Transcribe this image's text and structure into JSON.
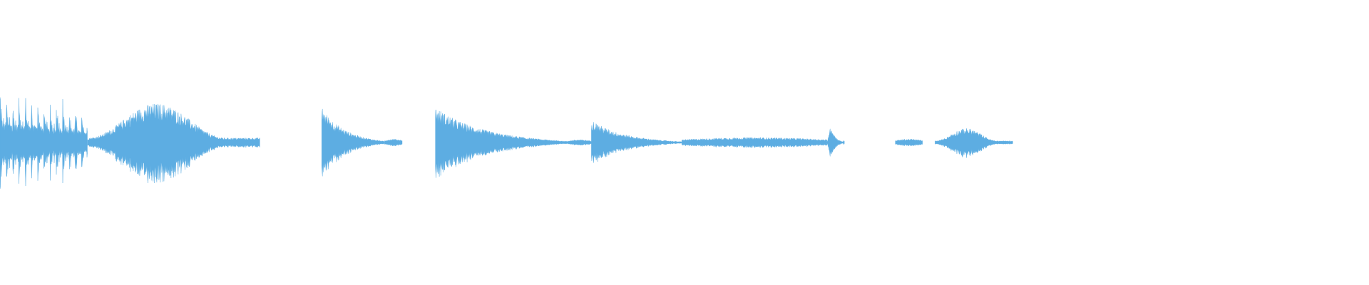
{
  "waveform": {
    "color": "#5dade2",
    "background": "#ffffff",
    "segments": [
      {
        "start": 0.0,
        "end": 0.064,
        "shape": "transients",
        "peak": 0.75
      },
      {
        "start": 0.064,
        "end": 0.19,
        "shape": "swell",
        "peak": 0.55
      },
      {
        "start": 0.235,
        "end": 0.281,
        "shape": "decay",
        "peak": 0.5
      },
      {
        "start": 0.281,
        "end": 0.294,
        "shape": "tail",
        "peak": 0.05
      },
      {
        "start": 0.318,
        "end": 0.415,
        "shape": "decay",
        "peak": 0.5
      },
      {
        "start": 0.415,
        "end": 0.432,
        "shape": "tail",
        "peak": 0.04
      },
      {
        "start": 0.432,
        "end": 0.498,
        "shape": "decay",
        "peak": 0.32
      },
      {
        "start": 0.498,
        "end": 0.604,
        "shape": "plateau",
        "peak": 0.12
      },
      {
        "start": 0.604,
        "end": 0.616,
        "shape": "burst",
        "peak": 0.25
      },
      {
        "start": 0.616,
        "end": 0.617,
        "shape": "tail",
        "peak": 0.03
      },
      {
        "start": 0.654,
        "end": 0.674,
        "shape": "tail",
        "peak": 0.05
      },
      {
        "start": 0.683,
        "end": 0.74,
        "shape": "swell",
        "peak": 0.2
      }
    ]
  }
}
